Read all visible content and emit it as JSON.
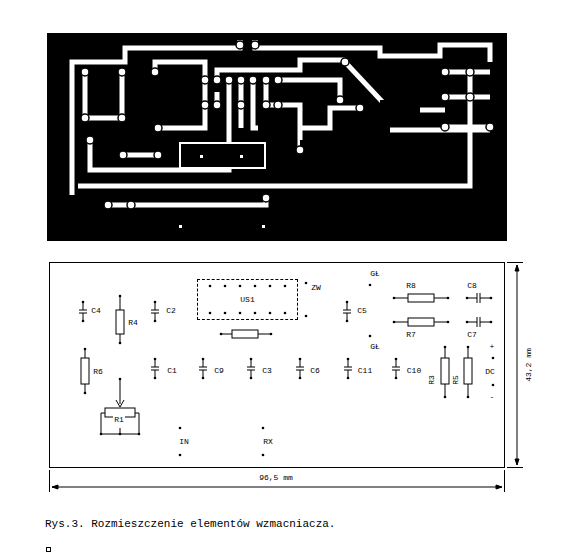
{
  "diagram": {
    "caption": "Rys.3. Rozmieszczenie elementów wzmacniacza.",
    "nodes": [
      {
        "text": [
          "US1"
        ]
      }
    ],
    "labels": [
      "C4",
      "R4",
      "C2",
      "ZW",
      "GŁ",
      "R8",
      "C8",
      "C5",
      "R7",
      "C7",
      "GŁ",
      "R6",
      "C1",
      "C9",
      "C3",
      "C6",
      "C11",
      "C10",
      "R3",
      "R5",
      "+",
      "DC",
      "-",
      "R1",
      "IN",
      "RX",
      "96,5 mm",
      "43,2 mm"
    ]
  }
}
